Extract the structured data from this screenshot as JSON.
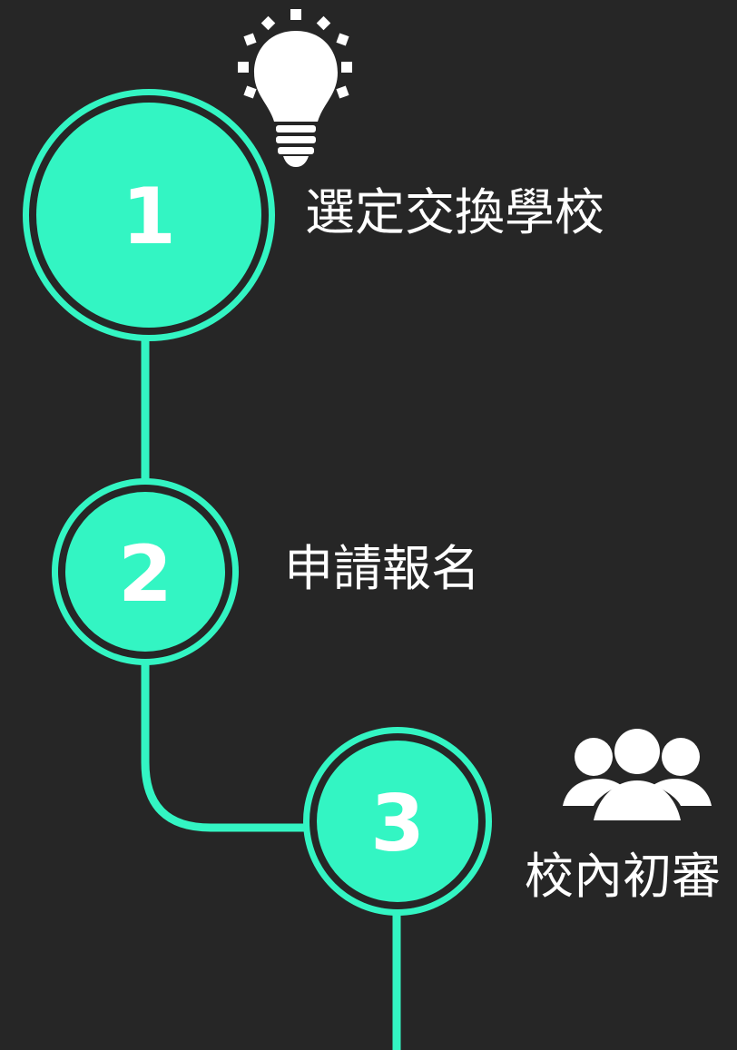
{
  "colors": {
    "background": "#262626",
    "accent": "#33f5c3",
    "ring_gap": "#262626",
    "text": "#ffffff"
  },
  "steps": [
    {
      "number": "1",
      "label": "選定交換學校",
      "icon": "lightbulb-icon"
    },
    {
      "number": "2",
      "label": "申請報名",
      "icon": ""
    },
    {
      "number": "3",
      "label": "校內初審",
      "icon": "people-group-icon"
    }
  ]
}
